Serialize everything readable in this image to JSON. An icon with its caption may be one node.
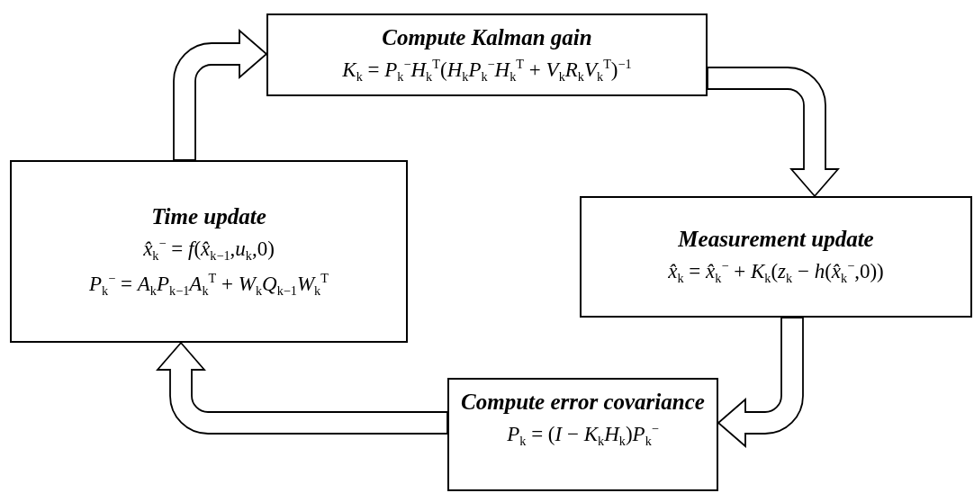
{
  "diagram": {
    "nodes": [
      {
        "text": [
          "Compute Kalman gain",
          "*K*$_{k}$ = *P*$_{k}$$^{−}$*H*$_{k}$$^{T}$(*H*$_{k}$*P*$_{k}$$^{−}$*H*$_{k}$$^{T}$ + *V*$_{k}$*R*$_{k}$*V*$_{k}$$^{T}$)$^{−1}$"
        ]
      },
      {
        "text": [
          "Measurement update",
          "*x̂*$_{k}$ = *x̂*$_{k}$$^{−}$ + *K*$_{k}$(*z*$_{k}$ − *h*(*x̂*$_{k}$$^{−}$,0))"
        ]
      },
      {
        "text": [
          "Compute error covariance",
          "*P*$_{k}$ = (*I* − *K*$_{k}$*H*$_{k}$)*P*$_{k}$$^{−}$"
        ]
      },
      {
        "text": [
          "Time update",
          "*x̂*$_{k}$$^{−}$ = *f*(*x̂*$_{k−1}$,*u*$_{k}$,0)",
          "*P*$_{k}$$^{−}$ = *A*$_{k}$*P*$_{k−1}$*A*$_{k}$$^{T}$ + *W*$_{k}$*Q*$_{k−1}$*W*$_{k}$$^{T}$"
        ]
      }
    ],
    "edges": [
      {
        "from": 3,
        "to": 0,
        "arrow": "to"
      },
      {
        "from": 0,
        "to": 1,
        "arrow": "to"
      },
      {
        "from": 1,
        "to": 2,
        "arrow": "to"
      },
      {
        "from": 2,
        "to": 3,
        "arrow": "to"
      }
    ]
  }
}
